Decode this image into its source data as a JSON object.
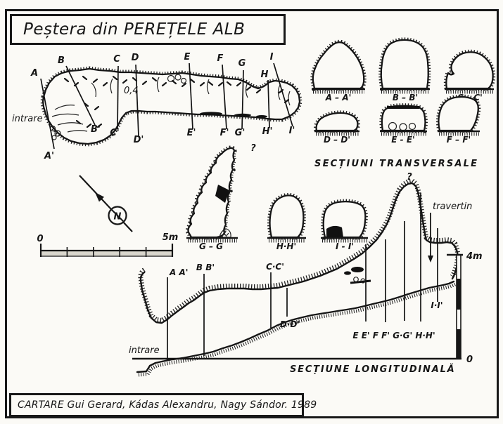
{
  "title": "Peștera din PEREȚELE ALB",
  "plan": {
    "entrance_label": "intrare",
    "height_note": "0,4",
    "sections_top": [
      "A",
      "B",
      "C",
      "D",
      "E",
      "F",
      "G",
      "H",
      "I"
    ],
    "sections_bottom": [
      "A'",
      "B'",
      "C'",
      "D'",
      "E'",
      "F'",
      "G'",
      "H'",
      "I'"
    ]
  },
  "cross_sections": {
    "heading": "SECȚIUNI  TRANSVERSALE",
    "row1": [
      "A – A'",
      "B – B'",
      "C – C'"
    ],
    "row2": [
      "D – D'",
      "E - E'",
      "F – F'"
    ],
    "row3": [
      "G – G",
      "H·H'",
      "I - I'"
    ],
    "question_mark": "?"
  },
  "compass": {
    "north": "N"
  },
  "scale_bar": {
    "start": "0",
    "end": "5m"
  },
  "long_section": {
    "heading": "SECȚIUNE  LONGITUDINALĂ",
    "entrance_label": "intrare",
    "travertin_label": "travertin",
    "question_mark": "?",
    "stations": {
      "a": "A A'",
      "b": "B B'",
      "c": "C·C'",
      "d": "D·D'",
      "efgh": "E E' F F' G·G' H·H'",
      "i": "I·I'"
    },
    "elevation_top": "4m",
    "elevation_bottom": "0"
  },
  "credit": "CARTARE Gui Gerard, Kádas Alexandru, Nagy Sándor. 1989"
}
